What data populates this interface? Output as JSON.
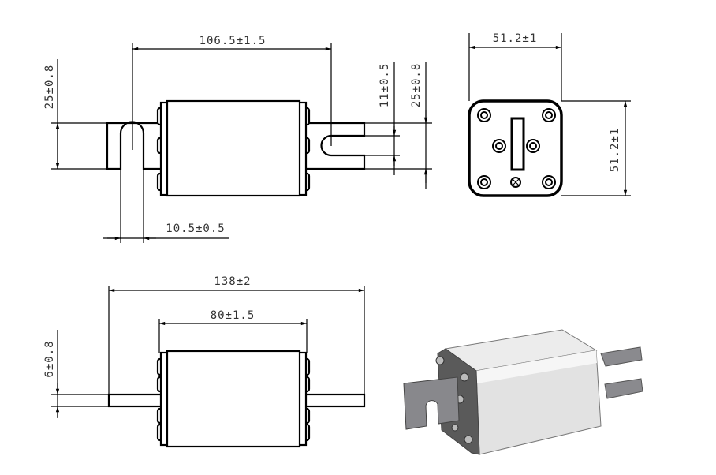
{
  "title": "Fuse link dimension drawing",
  "dimensions": {
    "top_width": "106.5±1.5",
    "left_tab_height": "25±0.8",
    "slot_width": "11±0.5",
    "right_tab_height": "25±0.8",
    "slot_diameter": "10.5±0.5",
    "end_width": "51.2±1",
    "end_height": "51.2±1",
    "overall_length": "138±2",
    "body_length": "80±1.5",
    "tab_thickness": "6±0.8"
  },
  "colors": {
    "line": "#000000",
    "body3d": "#e4e4e4",
    "plate3d": "#5a5a5a",
    "tab3d": "#8a8a8e"
  }
}
